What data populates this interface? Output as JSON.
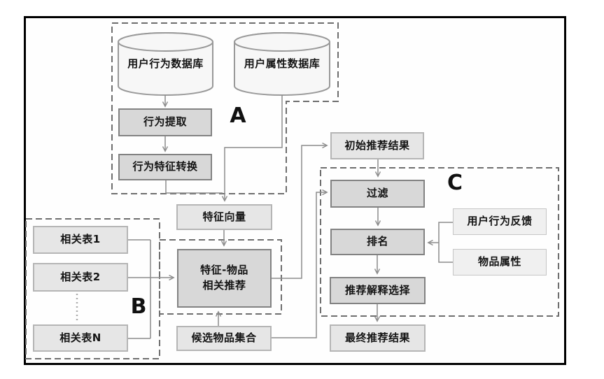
{
  "diagram": {
    "title": "recommendation-pipeline-flowchart",
    "groups": {
      "a_label": "A",
      "b_label": "B",
      "c_label": "C"
    },
    "labels": {
      "user_behavior_db": "用户行为数据库",
      "user_attribute_db": "用户属性数据库",
      "behavior_extraction": "行为提取",
      "behavior_feature_transform": "行为特征转换",
      "feature_vector": "特征向量",
      "related_table_1": "相关表1",
      "related_table_2": "相关表2",
      "related_table_n": "相关表N",
      "feature_item_l1": "特征-物品",
      "feature_item_l2": "相关推荐",
      "candidate_item_set": "候选物品集合",
      "initial_results": "初始推荐结果",
      "filter": "过滤",
      "ranking": "排名",
      "explanation_selection": "推荐解释选择",
      "final_results": "最终推荐结果",
      "user_behavior_feedback": "用户行为反馈",
      "item_attributes": "物品属性"
    },
    "colors": {
      "process_fill": "#d8d8d8",
      "process_border": "#828282",
      "io_fill": "#e6e6e6",
      "io_border": "#b5b5b5",
      "side_fill": "#f0f0f0",
      "cylinder_fill": "#f7f7f7",
      "connector": "#8c8c8c",
      "dashed_outline": "#6e6e6e",
      "frame_border": "#000000"
    }
  }
}
